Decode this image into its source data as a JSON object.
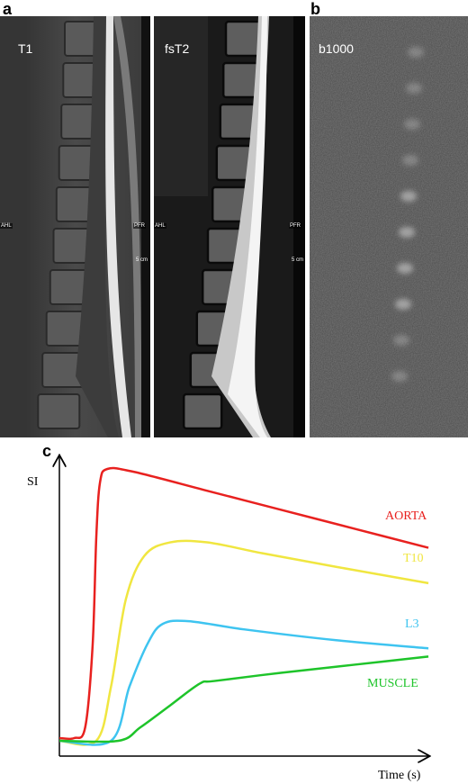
{
  "panels": {
    "a": {
      "letter": "a",
      "t1_label": "T1",
      "fst2_label": "fsT2",
      "t1_left_marker": "AHL",
      "t1_right_marker": "PFR",
      "t1_scale": "5 cm",
      "fst2_left_marker": "AHL",
      "fst2_right_marker": "PFR",
      "fst2_scale": "5 cm"
    },
    "b": {
      "letter": "b",
      "label": "b1000"
    },
    "c": {
      "letter": "c"
    }
  },
  "chart_data": {
    "type": "line",
    "ylabel": "SI",
    "xlabel": "Time (s)",
    "grid": false,
    "x_ticks": false,
    "y_ticks": false,
    "note": "",
    "series": [
      {
        "name": "AORTA",
        "color": "#e8211f",
        "points": [
          [
            0,
            0.01
          ],
          [
            0.04,
            0.01
          ],
          [
            0.07,
            0.05
          ],
          [
            0.09,
            0.35
          ],
          [
            0.1,
            0.75
          ],
          [
            0.11,
            0.95
          ],
          [
            0.13,
            1.0
          ],
          [
            0.2,
            0.99
          ],
          [
            0.4,
            0.92
          ],
          [
            0.6,
            0.85
          ],
          [
            0.8,
            0.78
          ],
          [
            1.0,
            0.71
          ]
        ]
      },
      {
        "name": "T10",
        "color": "#f0e640",
        "points": [
          [
            0,
            0.0
          ],
          [
            0.1,
            0.0
          ],
          [
            0.14,
            0.2
          ],
          [
            0.18,
            0.52
          ],
          [
            0.23,
            0.68
          ],
          [
            0.3,
            0.73
          ],
          [
            0.4,
            0.73
          ],
          [
            0.55,
            0.69
          ],
          [
            0.75,
            0.64
          ],
          [
            1.0,
            0.58
          ]
        ]
      },
      {
        "name": "L3",
        "color": "#3ec4f0",
        "points": [
          [
            0,
            0.0
          ],
          [
            0.14,
            0.0
          ],
          [
            0.19,
            0.2
          ],
          [
            0.24,
            0.36
          ],
          [
            0.28,
            0.43
          ],
          [
            0.35,
            0.44
          ],
          [
            0.5,
            0.41
          ],
          [
            0.75,
            0.37
          ],
          [
            1.0,
            0.34
          ]
        ]
      },
      {
        "name": "MUSCLE",
        "color": "#1ec42a",
        "points": [
          [
            0,
            0.0
          ],
          [
            0.16,
            0.0
          ],
          [
            0.22,
            0.05
          ],
          [
            0.3,
            0.13
          ],
          [
            0.38,
            0.21
          ],
          [
            0.42,
            0.22
          ],
          [
            0.6,
            0.25
          ],
          [
            0.8,
            0.28
          ],
          [
            1.0,
            0.31
          ]
        ]
      }
    ]
  }
}
